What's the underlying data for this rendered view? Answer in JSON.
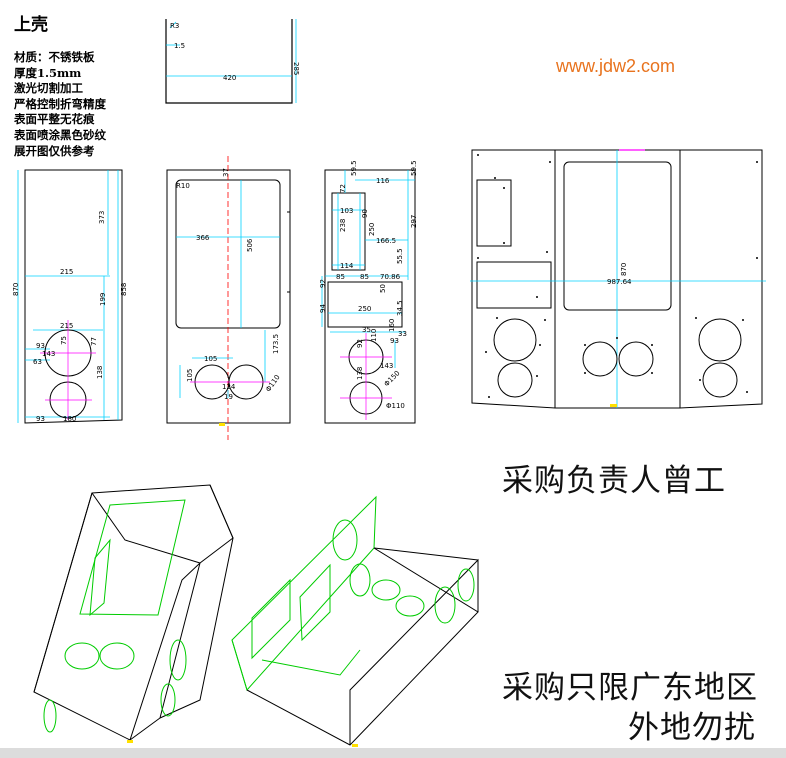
{
  "header": {
    "title": "上壳",
    "specs": [
      "材质：不锈铁板",
      "厚度1.5mm",
      "激光切割加工",
      "严格控制折弯精度",
      "表面平整无花痕",
      "表面喷涂黑色砂纹",
      "展开图仅供参考"
    ]
  },
  "watermark": {
    "url": "www.jdw2.com",
    "color": "#e8731e"
  },
  "notes": {
    "contact": "采购负责人曾工",
    "region_line1": "采购只限广东地区",
    "region_line2": "外地勿扰"
  },
  "colors": {
    "dimension": "#00d2ff",
    "centerline": "#ff0000",
    "leader": "#ff00ff",
    "iso_lines": "#00cc00",
    "outline": "#000000"
  },
  "dimensions": {
    "top_view": [
      "R3",
      "1.5",
      "420",
      "285"
    ],
    "side_view": [
      "870",
      "373",
      "858",
      "215",
      "199",
      "215",
      "93",
      "143",
      "63",
      "75",
      "77",
      "138",
      "93",
      "180"
    ],
    "front_panel": [
      "R10",
      "37",
      "366",
      "506",
      "105",
      "173.5",
      "105",
      "124",
      "19",
      "Φ110"
    ],
    "back_panel": [
      "116",
      "59.5",
      "59.5",
      "72",
      "103",
      "238",
      "90",
      "250",
      "166.5",
      "297",
      "114",
      "55.5",
      "85",
      "85",
      "70.86",
      "50",
      "250",
      "92",
      "94",
      "34.5",
      "160",
      "35",
      "93",
      "33",
      "110",
      "143",
      "92",
      "138",
      "Φ150",
      "Φ110"
    ],
    "unfolded": [
      "987.64",
      "870"
    ]
  }
}
